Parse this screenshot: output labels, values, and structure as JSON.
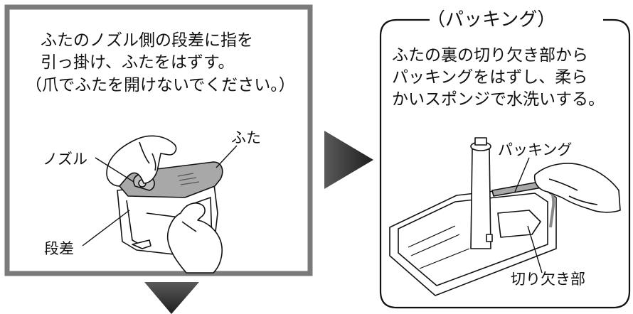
{
  "left_panel": {
    "instruction_lines": [
      "ふたのノズル側の段差に指を",
      "引っ掛け、ふたをはずす。",
      "（爪でふたを開けないでください。）"
    ],
    "labels": {
      "lid": "ふた",
      "nozzle": "ノズル",
      "step": "段差"
    }
  },
  "right_panel": {
    "title": "（パッキング）",
    "instruction_lines": [
      "ふたの裏の切り欠き部から",
      "パッキングをはずし、柔ら",
      "かいスポンジで水洗いする。"
    ],
    "labels": {
      "packing": "パッキング",
      "notch": "切り欠き部"
    }
  },
  "colors": {
    "left_frame": "#7a7a7a",
    "arrow": "#3a3a3a",
    "lid_gray": "#a8a8a8"
  }
}
